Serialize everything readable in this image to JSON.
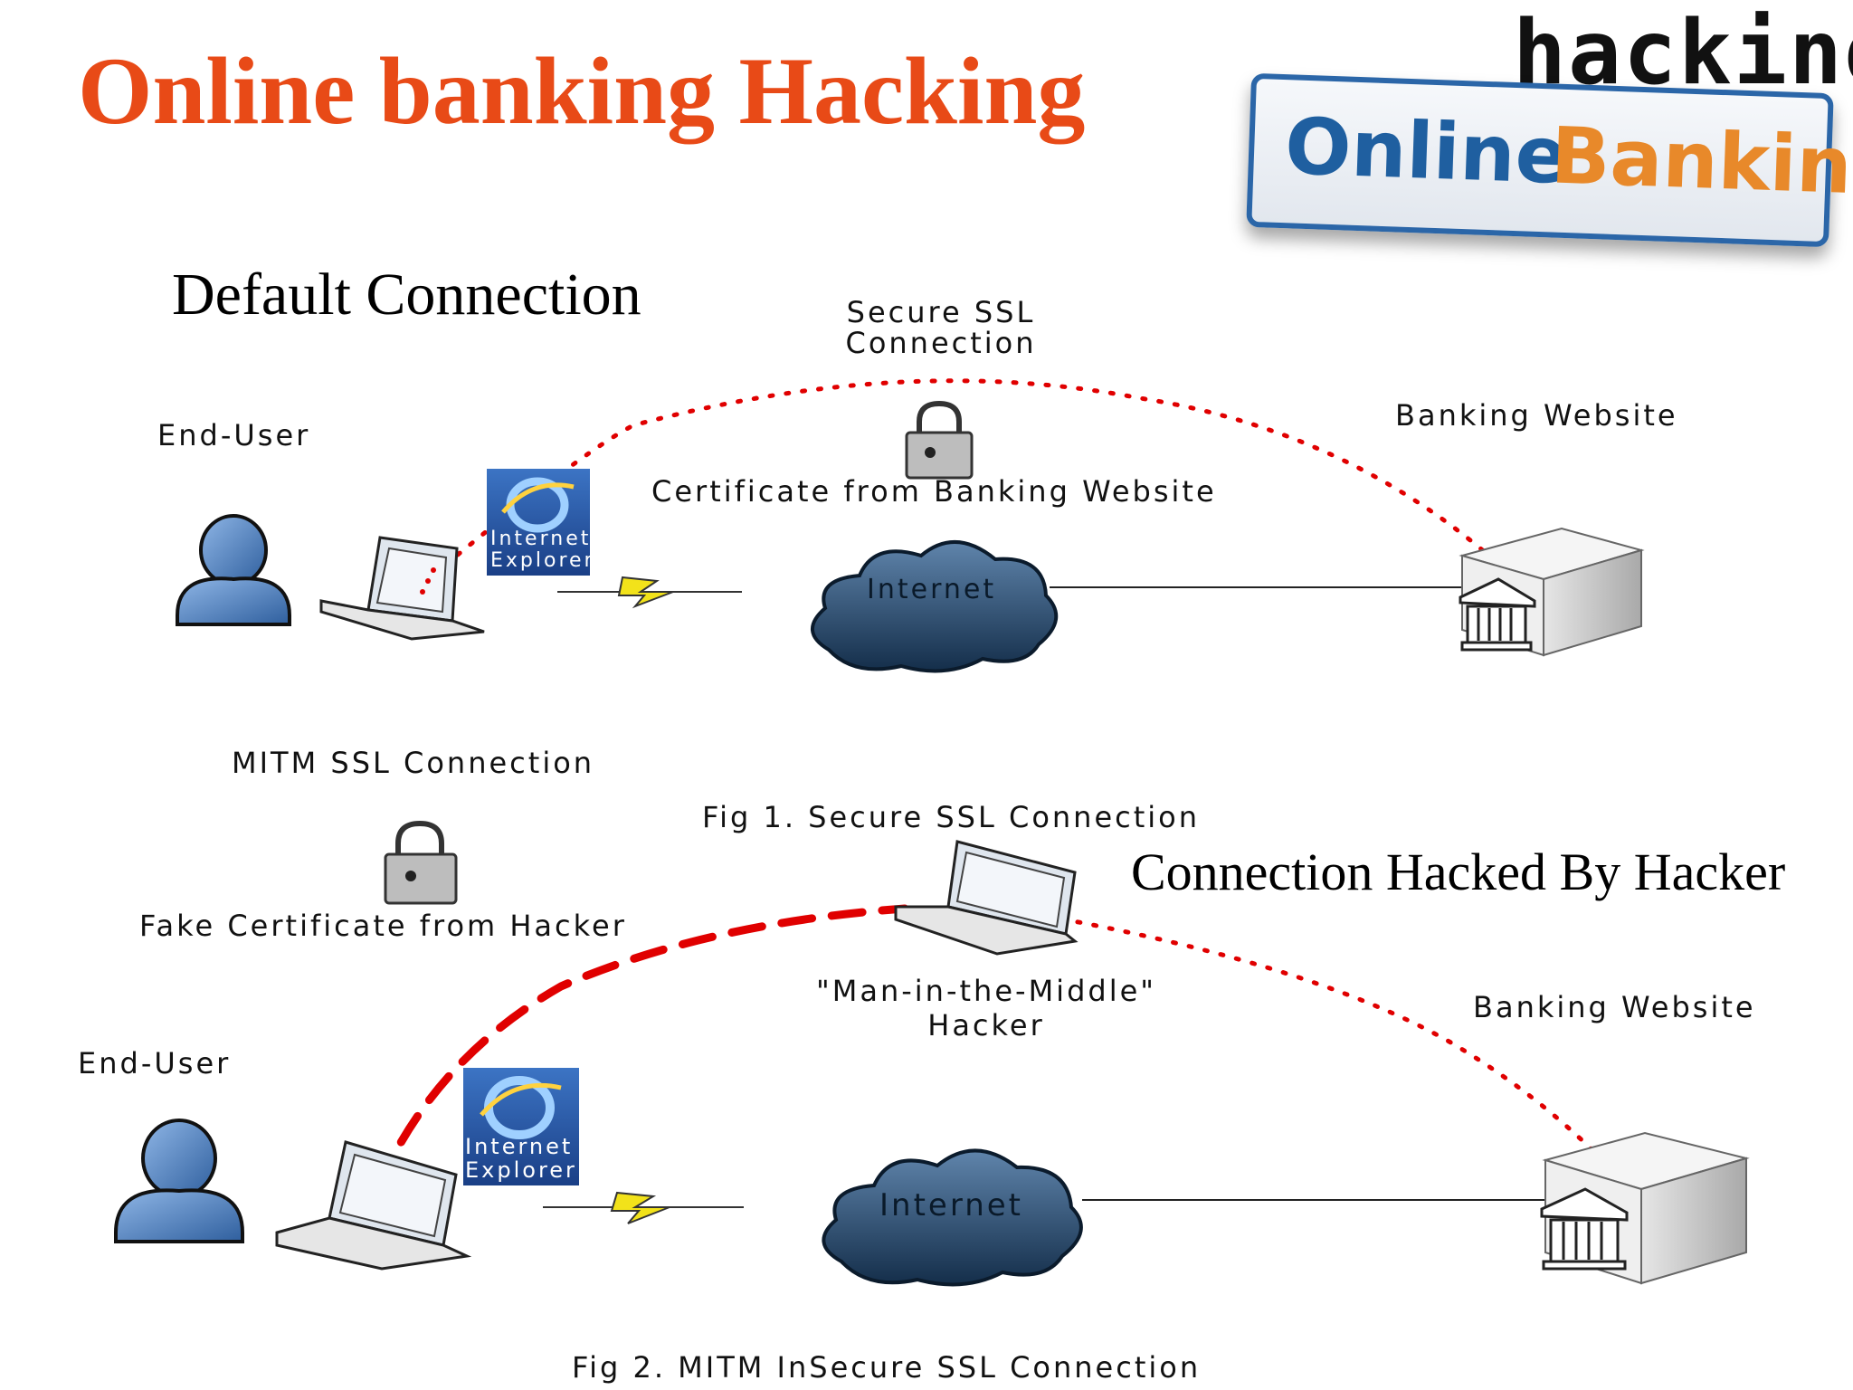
{
  "title": "Online banking Hacking",
  "logo": {
    "top_word": "hacking",
    "banner_part1": "Online",
    "banner_part2": "Banking"
  },
  "fig1": {
    "section_title": "Default Connection",
    "end_user": "End-User",
    "browser_line1": "Internet",
    "browser_line2": "Explorer",
    "arc_label_line1": "Secure SSL",
    "arc_label_line2": "Connection",
    "certificate": "Certificate from Banking Website",
    "cloud": "Internet",
    "bank": "Banking Website",
    "caption": "Fig 1. Secure SSL Connection"
  },
  "fig2": {
    "section_label": "MITM  SSL Connection",
    "hacked_title": "Connection Hacked By Hacker",
    "certificate": "Fake Certificate from Hacker",
    "end_user": "End-User",
    "browser_line1": "Internet",
    "browser_line2": "Explorer",
    "hacker_line1": "\"Man-in-the-Middle\"",
    "hacker_line2": "Hacker",
    "cloud": "Internet",
    "bank": "Banking Website",
    "caption": "Fig 2. MITM InSecure SSL Connection"
  },
  "colors": {
    "title": "#e84a17",
    "dots": "#e00000",
    "user": "#4a7fc0",
    "lightning": "#f2e21a",
    "cloud": "#1f3e5f"
  },
  "icons": [
    "user-icon",
    "laptop-icon",
    "internet-explorer-icon",
    "lightning-icon",
    "cloud-icon",
    "bank-server-icon",
    "padlock-icon"
  ]
}
